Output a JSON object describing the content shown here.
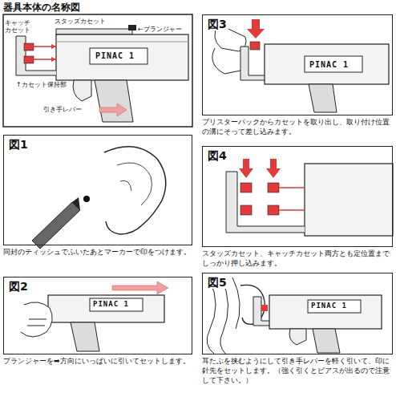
{
  "diagram": {
    "title": "器具本体の名称図",
    "nodes": [
      {
        "text": [
          "図3",
          "ブリスターパックからカセットを取り出し、取り付け位置の溝にそって差し込みます。"
        ]
      },
      {
        "text": [
          "図1",
          "同封のティッシュでふいたあとマーカーで印をつけます。"
        ]
      },
      {
        "text": [
          "図4",
          "スタッズカセット、キャッチカセット両方とも定位置までしっかり押し込みます。"
        ]
      },
      {
        "text": [
          "図2",
          "プランジャーを➡方向にいっぱいに引いてセットします。"
        ]
      },
      {
        "text": [
          "図5",
          "耳たぶを挟むようにして引き手レバーを軽く引いて、印に針先をセットします。（強く引くとピアスが出るので注意して下さい。）"
        ]
      }
    ],
    "labels": [
      "キャッチ カセット",
      "スタッズカセット",
      "←プランジャー",
      "↑カセット保持部",
      "引き手レバー",
      "PINAC 1",
      "PINAC 1",
      "PINAC 1",
      "PINAC 1"
    ]
  }
}
